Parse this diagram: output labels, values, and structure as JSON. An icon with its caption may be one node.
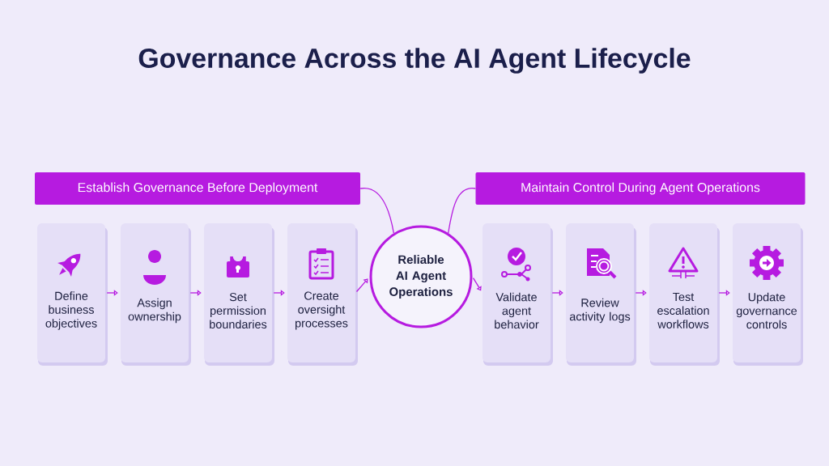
{
  "diagram": {
    "title": "Governance Across the AI Agent Lifecycle",
    "nodes": [
      {
        "text": [
          "Establish Governance Before Deployment"
        ]
      },
      {
        "text": [
          "Maintain Control During Agent Operations"
        ]
      },
      {
        "text": [
          "Define business objectives"
        ]
      },
      {
        "text": [
          "Assign ownership"
        ]
      },
      {
        "text": [
          "Set permission boundaries"
        ]
      },
      {
        "text": [
          "Create oversight processes"
        ]
      },
      {
        "text": [
          "Reliable AI Agent Operations"
        ]
      },
      {
        "text": [
          "Validate agent behavior"
        ]
      },
      {
        "text": [
          "Review activity logs"
        ]
      },
      {
        "text": [
          "Test escalation workflows"
        ]
      },
      {
        "text": [
          "Update governance controls"
        ]
      }
    ],
    "edges": [
      {
        "from": 0,
        "to": 6,
        "arrow": "none"
      },
      {
        "from": 1,
        "to": 6,
        "arrow": "none"
      },
      {
        "from": 2,
        "to": 3,
        "arrow": "to"
      },
      {
        "from": 3,
        "to": 4,
        "arrow": "to"
      },
      {
        "from": 4,
        "to": 5,
        "arrow": "to"
      },
      {
        "from": 5,
        "to": 6,
        "arrow": "to"
      },
      {
        "from": 6,
        "to": 7,
        "arrow": "to"
      },
      {
        "from": 7,
        "to": 8,
        "arrow": "to"
      },
      {
        "from": 8,
        "to": 9,
        "arrow": "to"
      },
      {
        "from": 9,
        "to": 10,
        "arrow": "to"
      }
    ]
  }
}
